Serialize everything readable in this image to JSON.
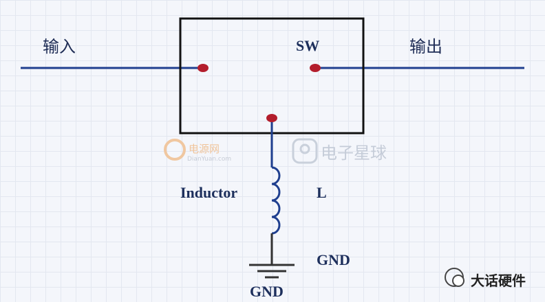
{
  "labels": {
    "input": "输入",
    "output": "输出",
    "sw": "SW",
    "inductor": "Inductor",
    "l": "L",
    "gnd_right": "GND",
    "gnd_bottom": "GND"
  },
  "watermarks": {
    "site_a": "电源网",
    "site_a_url": "DianYuan.com",
    "site_b": "电子星球"
  },
  "badge": {
    "name": "大话硬件"
  },
  "colors": {
    "wire": "#1f3f8f",
    "box": "#111111",
    "node": "#b31d2c"
  }
}
